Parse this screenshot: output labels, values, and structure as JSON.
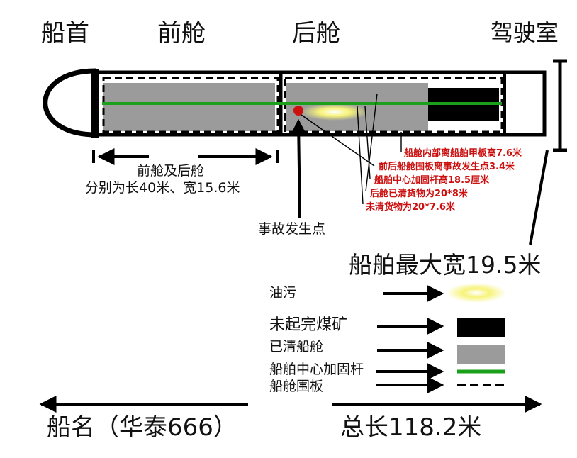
{
  "sections": {
    "bow": "船首",
    "front_hold": "前舱",
    "rear_hold": "后舱",
    "bridge": "驾驶室"
  },
  "hold_dimension": {
    "line1": "前舱及后舱",
    "line2": "分别为长40米、宽15.6米"
  },
  "annotations": [
    "船舱内部离船舶甲板高7.6米",
    "前后船舱围板离事故发生点3.4米",
    "船舶中心加固杆高18.5厘米",
    "后舱已清货物为20*8米",
    "未清货物为20*7.6米"
  ],
  "accident_point": "事故发生点",
  "max_width": "船舶最大宽19.5米",
  "legend": {
    "oil": "油污",
    "coal": "未起完煤矿",
    "cleared": "已清船舱",
    "rod": "船舶中心加固杆",
    "coaming": "船舱围板"
  },
  "ship_name": "船名（华泰666）",
  "total_length": "总长118.2米",
  "colors": {
    "cleared": "#9b9b9b",
    "coal": "#000000",
    "rod": "#1aa01a",
    "accident": "#cc1010",
    "oil": "#f4f070",
    "annotation": "#cc1010"
  }
}
